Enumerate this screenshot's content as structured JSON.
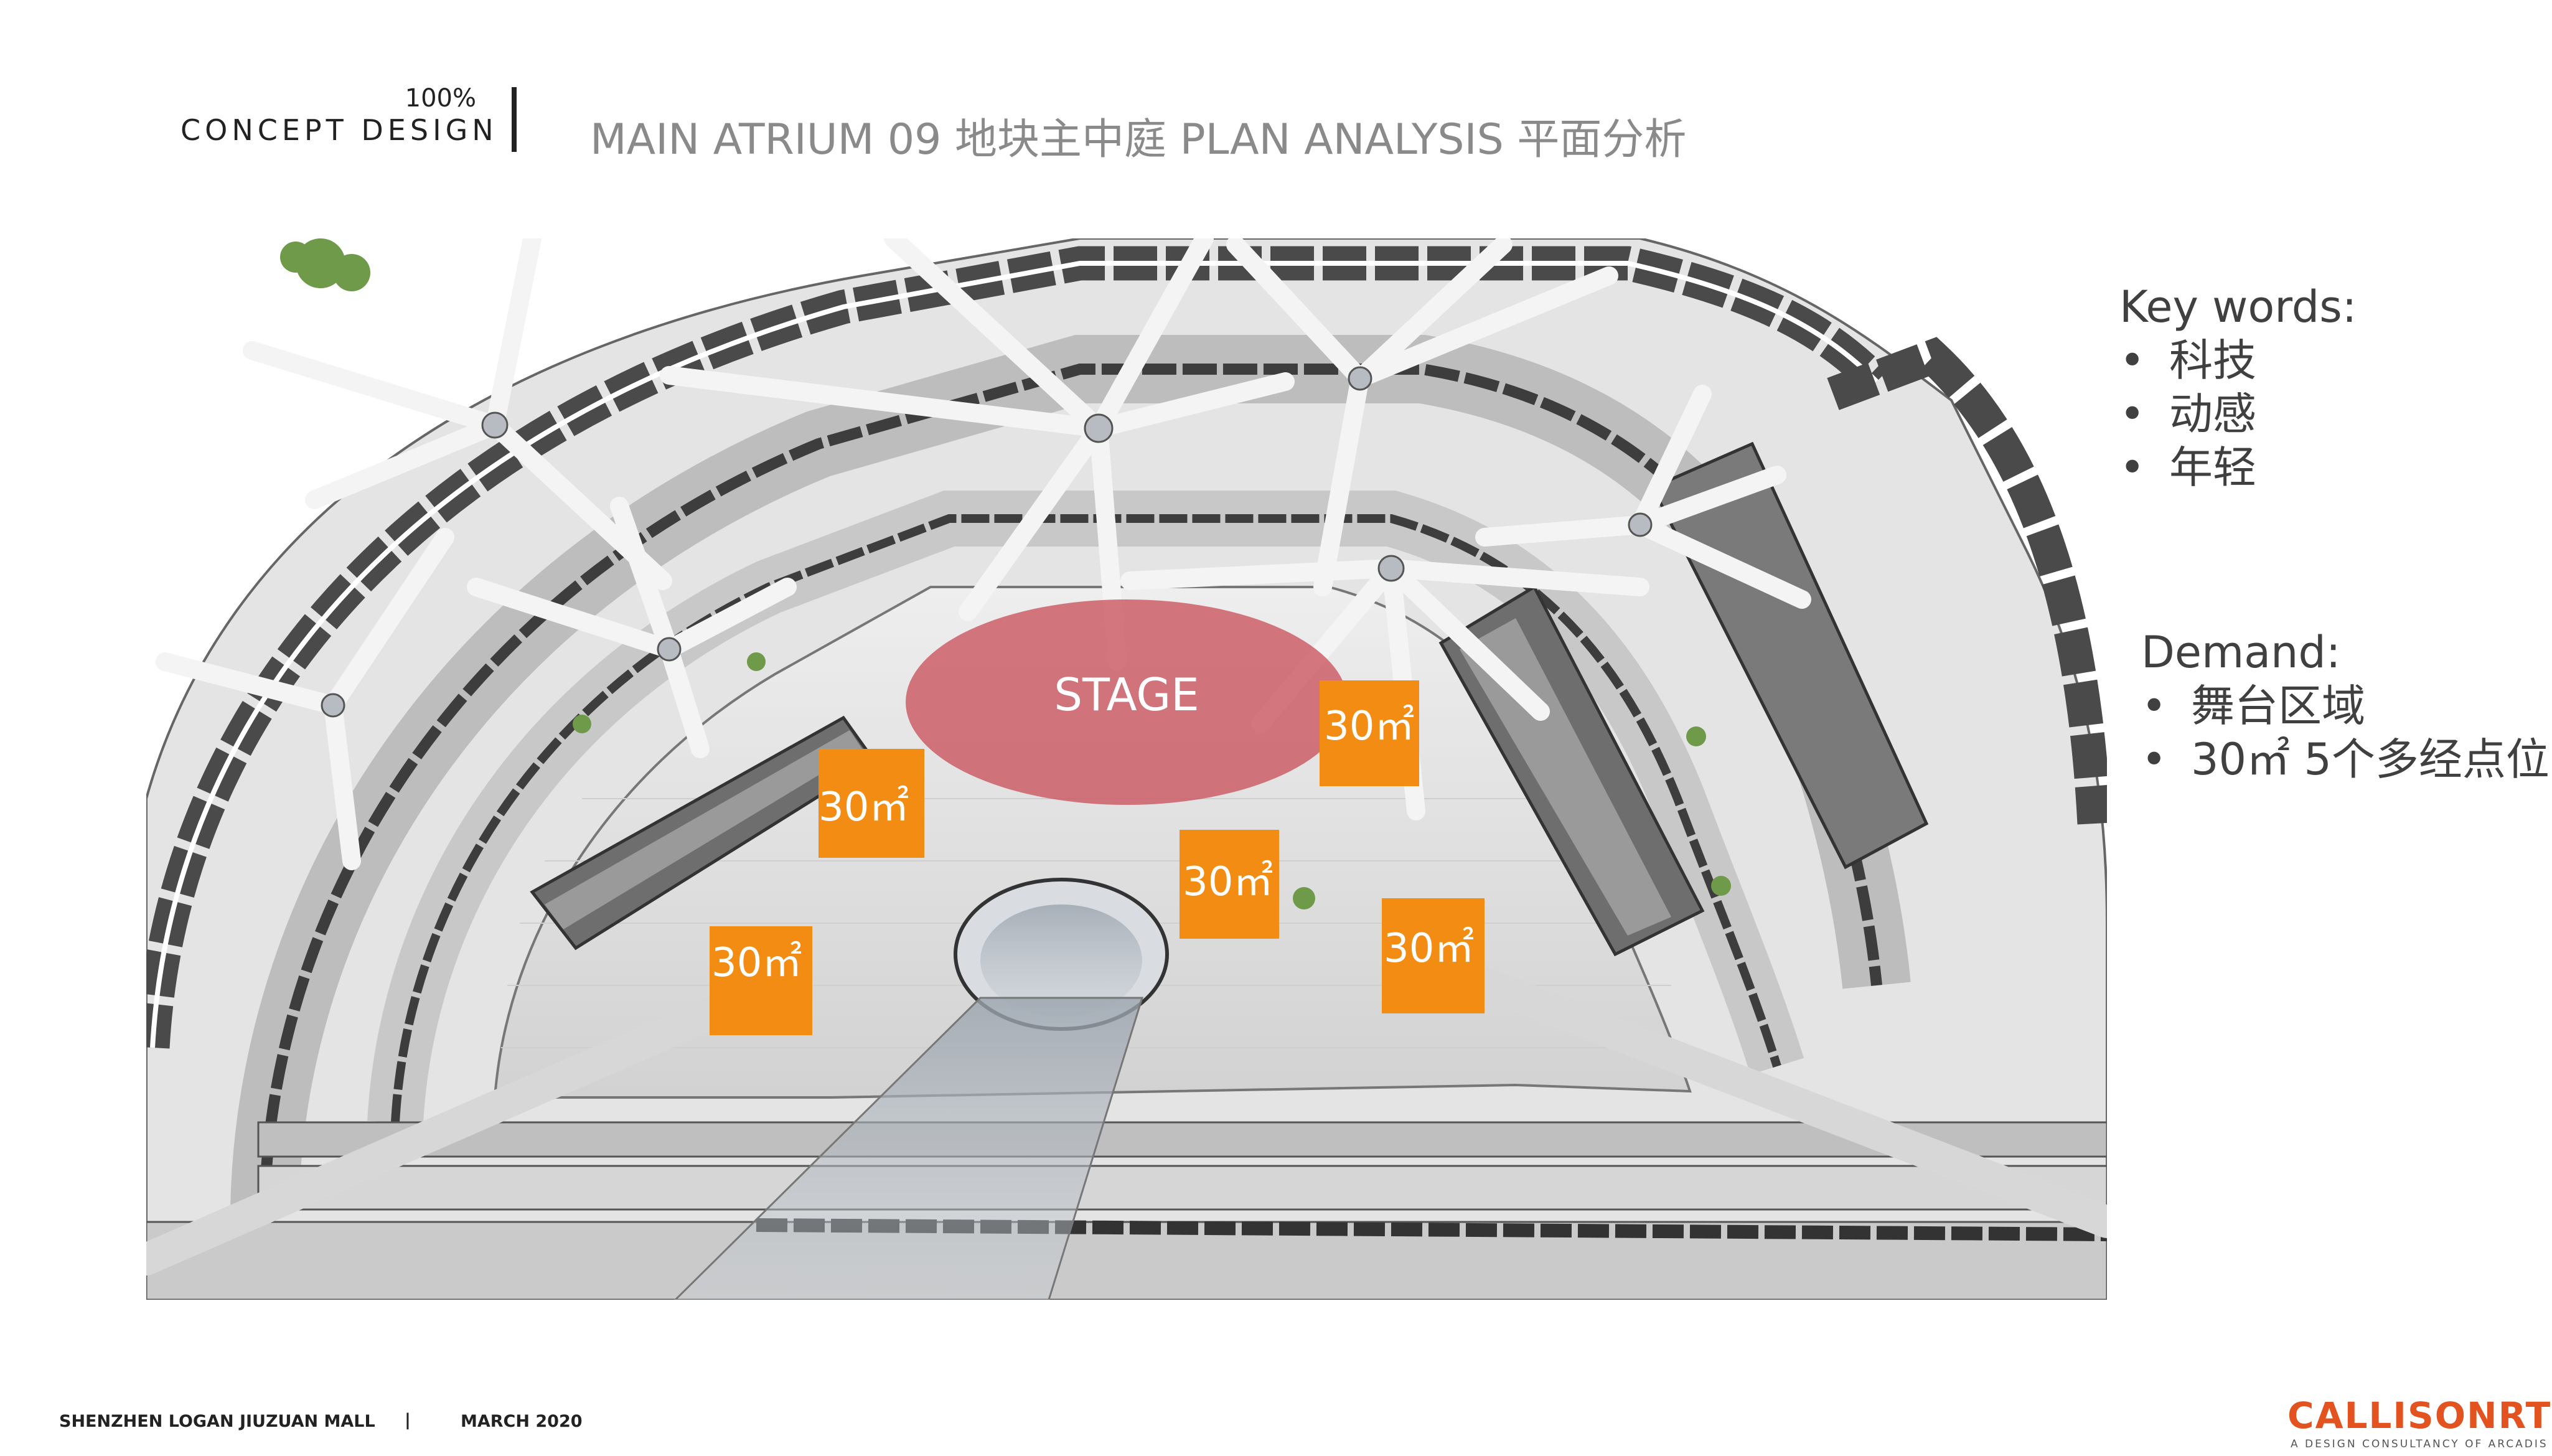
{
  "header": {
    "percent": "100%",
    "phase": "CONCEPT DESIGN",
    "title": "MAIN ATRIUM 09 地块主中庭 PLAN ANALYSIS 平面分析"
  },
  "plan": {
    "stage_label": "STAGE",
    "area_labels": [
      "30㎡",
      "30㎡",
      "30㎡",
      "30㎡",
      "30㎡"
    ],
    "colors": {
      "stage": "#c9525c",
      "area": "#f28c13",
      "floor": "#dcdcdc",
      "rail": "#555555"
    }
  },
  "key_words": {
    "heading": "Key words:",
    "items": [
      "科技",
      "动感",
      "年轻"
    ]
  },
  "demand": {
    "heading": "Demand:",
    "items": [
      "舞台区域",
      "30㎡ 5个多经点位"
    ]
  },
  "footer": {
    "project": "SHENZHEN LOGAN JIUZUAN MALL",
    "separator": "|",
    "date": "MARCH 2020"
  },
  "logo": {
    "name": "CALLISONRTKL",
    "tagline": "A DESIGN CONSULTANCY OF ARCADIS"
  }
}
